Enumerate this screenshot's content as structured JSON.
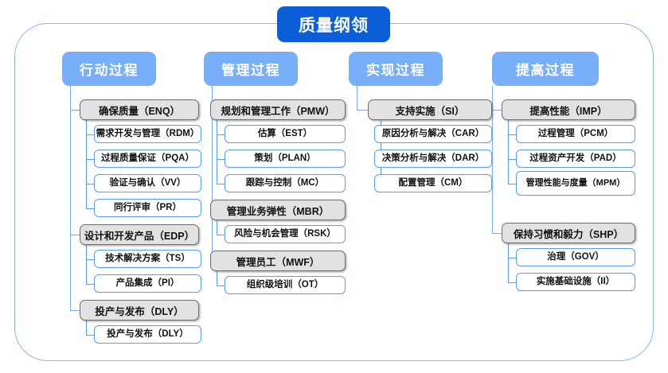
{
  "diagram": {
    "title": "质量纲领",
    "title_color": "#0b5ed7",
    "header_color": "#79aef8",
    "group_color": "#e2e2e2",
    "leaf_border_color": "#5b9bf5",
    "frame_color": "#8ab4f0",
    "columns": [
      {
        "header": "行动过程",
        "groups": [
          {
            "label": "确保质量（ENQ）",
            "items": [
              "需求开发与管理（RDM）",
              "过程质量保证（PQA）",
              "验证与确认（VV）",
              "同行评审（PR）"
            ]
          },
          {
            "label": "设计和开发产品（EDP）",
            "items": [
              "技术解决方案（TS）",
              "产品集成（PI）"
            ]
          },
          {
            "label": "投产与发布（DLY）",
            "items": [
              "投产与发布（DLY）"
            ]
          }
        ]
      },
      {
        "header": "管理过程",
        "groups": [
          {
            "label": "规划和管理工作（PMW）",
            "items": [
              "估算（EST）",
              "策划（PLAN）",
              "跟踪与控制（MC）"
            ]
          },
          {
            "label": "管理业务弹性（MBR）",
            "items": [
              "风险与机会管理（RSK）"
            ]
          },
          {
            "label": "管理员工（MWF）",
            "items": [
              "组织级培训（OT）"
            ]
          }
        ]
      },
      {
        "header": "实现过程",
        "groups": [
          {
            "label": "支持实施（SI）",
            "items": [
              "原因分析与解决（CAR）",
              "决策分析与解决（DAR）",
              "配置管理（CM）"
            ]
          }
        ]
      },
      {
        "header": "提高过程",
        "groups": [
          {
            "label": "提高性能（IMP）",
            "items": [
              "过程管理（PCM）",
              "过程资产开发（PAD）",
              "管理性能与度量（MPM）"
            ]
          },
          {
            "label": "保持习惯和毅力（SHP）",
            "items": [
              "治理（GOV）",
              "实施基础设施（II）"
            ]
          }
        ]
      }
    ]
  }
}
